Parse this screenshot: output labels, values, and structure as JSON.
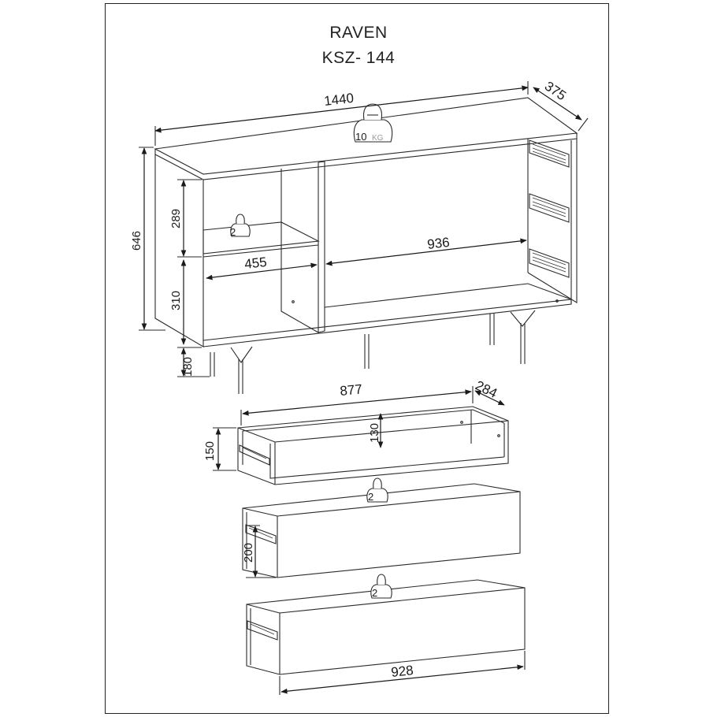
{
  "header": {
    "product_name": "RAVEN",
    "product_code": "KSZ- 144"
  },
  "dimensions": {
    "cabinet_width": "1440",
    "cabinet_depth": "375",
    "cabinet_height": "646",
    "upper_compartment_height": "289",
    "lower_compartment_height": "310",
    "leg_height": "180",
    "left_compartment_width": "455",
    "right_compartment_width": "936",
    "drawer1_width": "877",
    "drawer1_depth": "284",
    "drawer1_height": "150",
    "drawer1_inner_height": "130",
    "drawer2_height": "200",
    "drawer3_front_width": "928"
  },
  "load_limits": {
    "top_kg": "10",
    "top_unit": "KG",
    "shelf_kg": "2",
    "drawer2_kg": "2",
    "drawer3_kg": "2"
  }
}
